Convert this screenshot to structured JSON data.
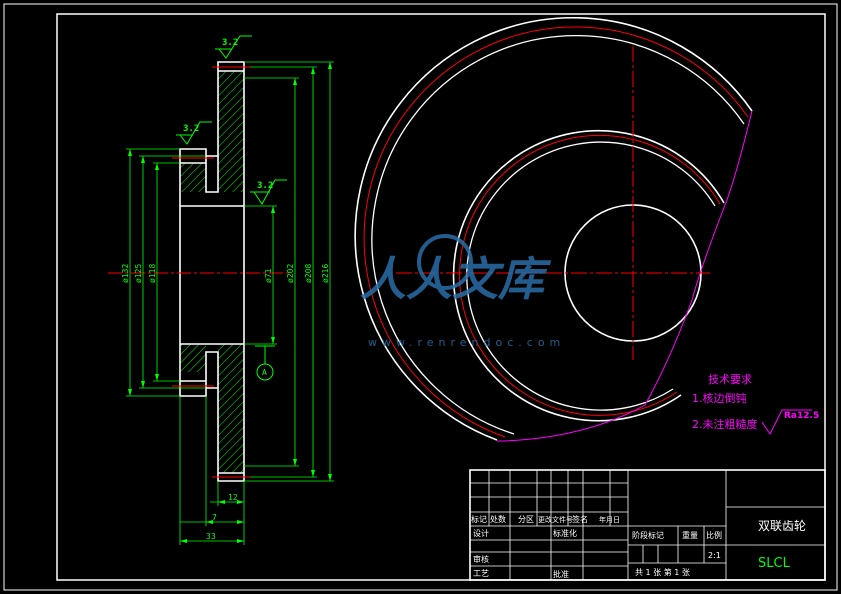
{
  "colors": {
    "background": "#000000",
    "outline": "#ffffff",
    "dimension": "#00ff00",
    "centerline": "#ff0000",
    "annotation": "#ff00ff",
    "watermark": "#2a6ea8"
  },
  "roughness": {
    "top_flange": "3.2",
    "hub_top": "3.2",
    "bore": "3.2",
    "general": "Ra12.5"
  },
  "dimensions": {
    "d1": "ø132",
    "d2": "ø125",
    "d3": "ø118",
    "d4": "ø71",
    "d5": "ø202",
    "d6": "ø208",
    "d7": "ø216",
    "w1": "12",
    "w2": "7",
    "w3": "33",
    "datum": "A"
  },
  "tech_requirements": {
    "title": "技术要求",
    "item1": "1.核边倒钝",
    "item2": "2.未注粗糙度"
  },
  "watermark": {
    "text": "人人文库",
    "url": "www.renrendoc.com"
  },
  "title_block": {
    "part_name": "双联齿轮",
    "drawing_code": "SLCL",
    "scale_value": "2:1",
    "sheets": "共 1 张  第 1 张",
    "labels": {
      "mark": "标记",
      "count": "处数",
      "zone": "分区",
      "change_doc": "更改文件号",
      "signature": "签名",
      "date": "年月日",
      "design": "设计",
      "standardize": "标准化",
      "stage_mark": "阶段标记",
      "weight": "重量",
      "scale": "比例",
      "review": "审核",
      "process": "工艺",
      "approve": "批准"
    }
  }
}
